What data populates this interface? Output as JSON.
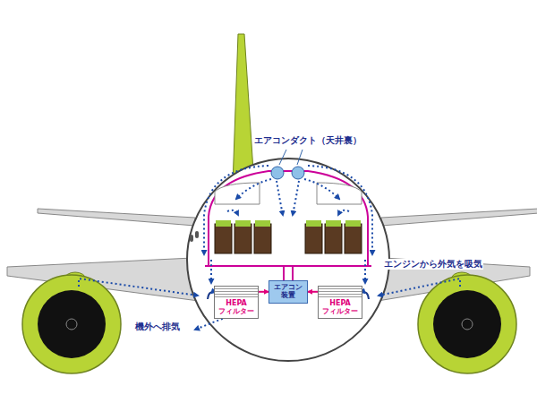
{
  "diagram": {
    "nodes": [
      {
        "text": [
          "HEPA フィルター"
        ]
      },
      {
        "text": [
          "エアコン 装置"
        ]
      },
      {
        "text": [
          "HEPA フィルター"
        ]
      }
    ],
    "edges": [
      {
        "from": 0,
        "to": 1,
        "arrow": "to"
      },
      {
        "from": 2,
        "to": 1,
        "arrow": "to"
      }
    ],
    "labels": [
      "エアコンダクト（天井裏）",
      "エンジンから外気を吸気",
      "機外へ排気"
    ]
  }
}
